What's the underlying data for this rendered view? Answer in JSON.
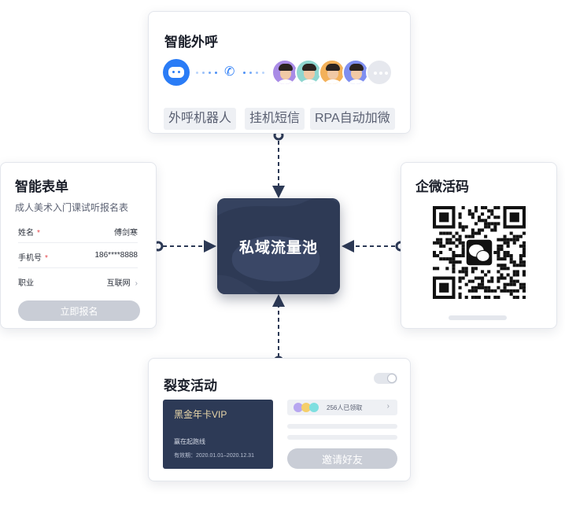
{
  "call": {
    "title": "智能外呼",
    "chips": [
      "外呼机器人",
      "挂机短信",
      "RPA自动加微"
    ],
    "avatar_colors": [
      "#a98be6",
      "#8fd6cf",
      "#f3b15a",
      "#7f8ff0"
    ]
  },
  "form": {
    "title": "智能表单",
    "subtitle": "成人美术入门课试听报名表",
    "fields": [
      {
        "label": "姓名",
        "required": "*",
        "value": "傅剑寒",
        "chevron": ""
      },
      {
        "label": "手机号",
        "required": "*",
        "value": "186****8888",
        "chevron": ""
      },
      {
        "label": "职业",
        "required": "",
        "value": "互联网",
        "chevron": "›"
      }
    ],
    "submit_label": "立即报名"
  },
  "center": {
    "label": "私域流量池"
  },
  "qr": {
    "title": "企微活码",
    "center_icon": "wechat-icon"
  },
  "fission": {
    "title": "裂变活动",
    "vip_title": "黑金年卡VIP",
    "vip_sub": "赢在起跑线",
    "vip_date": "有效期：2020.01.01–2020.12.31",
    "claim_text": "256人已领取",
    "claim_colors": [
      "#b7a6f0",
      "#f5cf6a",
      "#7fdfe0"
    ],
    "invite_label": "邀请好友"
  },
  "colors": {
    "accent": "#2a7cf6",
    "navy": "#2e3a55",
    "connector": "#2d3a56"
  }
}
